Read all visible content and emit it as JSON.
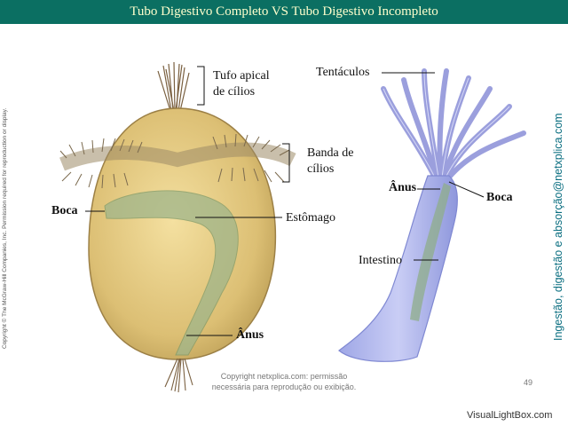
{
  "header": {
    "title": "Tubo Digestivo Completo VS Tubo Digestivo Incompleto"
  },
  "diagram": {
    "left_labels": {
      "tufo_line1": "Tufo apical",
      "tufo_line2": "de cílios",
      "banda_line1": "Banda de",
      "banda_line2": "cílios",
      "boca": "Boca",
      "estomago": "Estômago",
      "anus": "Ânus"
    },
    "right_labels": {
      "tentaculos": "Tentáculos",
      "anus": "Ânus",
      "boca": "Boca",
      "intestino": "Intestino"
    }
  },
  "side_copyright": "Copyright © The McGraw-Hill Companies, Inc. Permission required for reproduction or display.",
  "side_brand": "Ingestão, digestão e absorção@netxplica.com",
  "footer": {
    "line1": "Copyright netxplica.com: permissão",
    "line2": "necessária para reprodução ou exibição."
  },
  "page_number": "49",
  "watermark": "VisualLightBox.com"
}
